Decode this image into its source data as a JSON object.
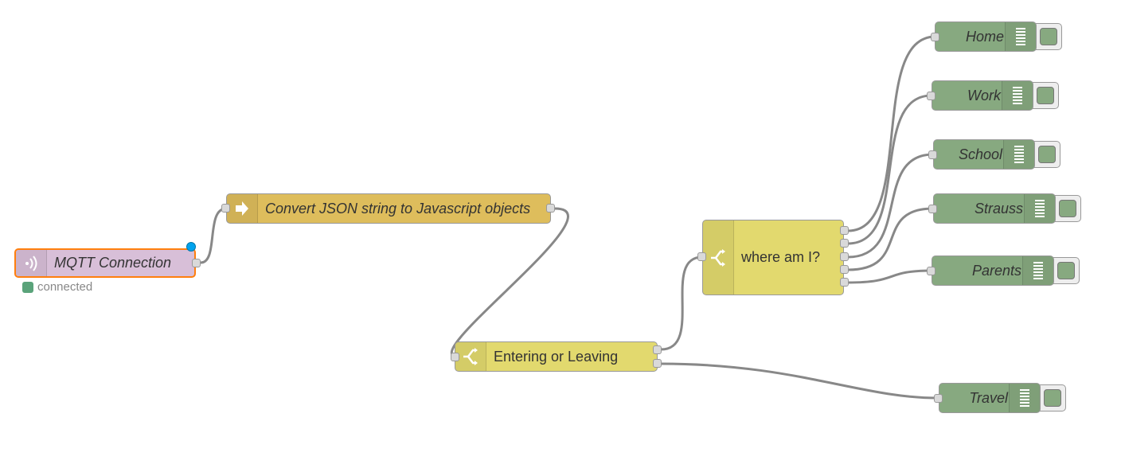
{
  "nodes": {
    "mqtt": {
      "label": "MQTT Connection",
      "status": "connected"
    },
    "json": {
      "label": "Convert JSON string to Javascript objects"
    },
    "entering": {
      "label": "Entering or Leaving"
    },
    "where": {
      "label": "where am I?"
    },
    "home": {
      "label": "Home"
    },
    "work": {
      "label": "Work"
    },
    "school": {
      "label": "School"
    },
    "strauss": {
      "label": "Strauss"
    },
    "parents": {
      "label": "Parents"
    },
    "travel": {
      "label": "Travel"
    }
  },
  "colors": {
    "mqtt": "#d8bfd8",
    "json": "#debd5c",
    "switch": "#e2d96e",
    "debug": "#87a980",
    "selection": "#ff7f0e",
    "wire": "#888888",
    "status_connected": "#5aa37a",
    "changed_indicator": "#00a3ee"
  },
  "icons": {
    "mqtt": "mqtt-broadcast-icon",
    "json": "json-arrow-icon",
    "switch": "switch-icon",
    "debug": "debug-list-icon"
  }
}
